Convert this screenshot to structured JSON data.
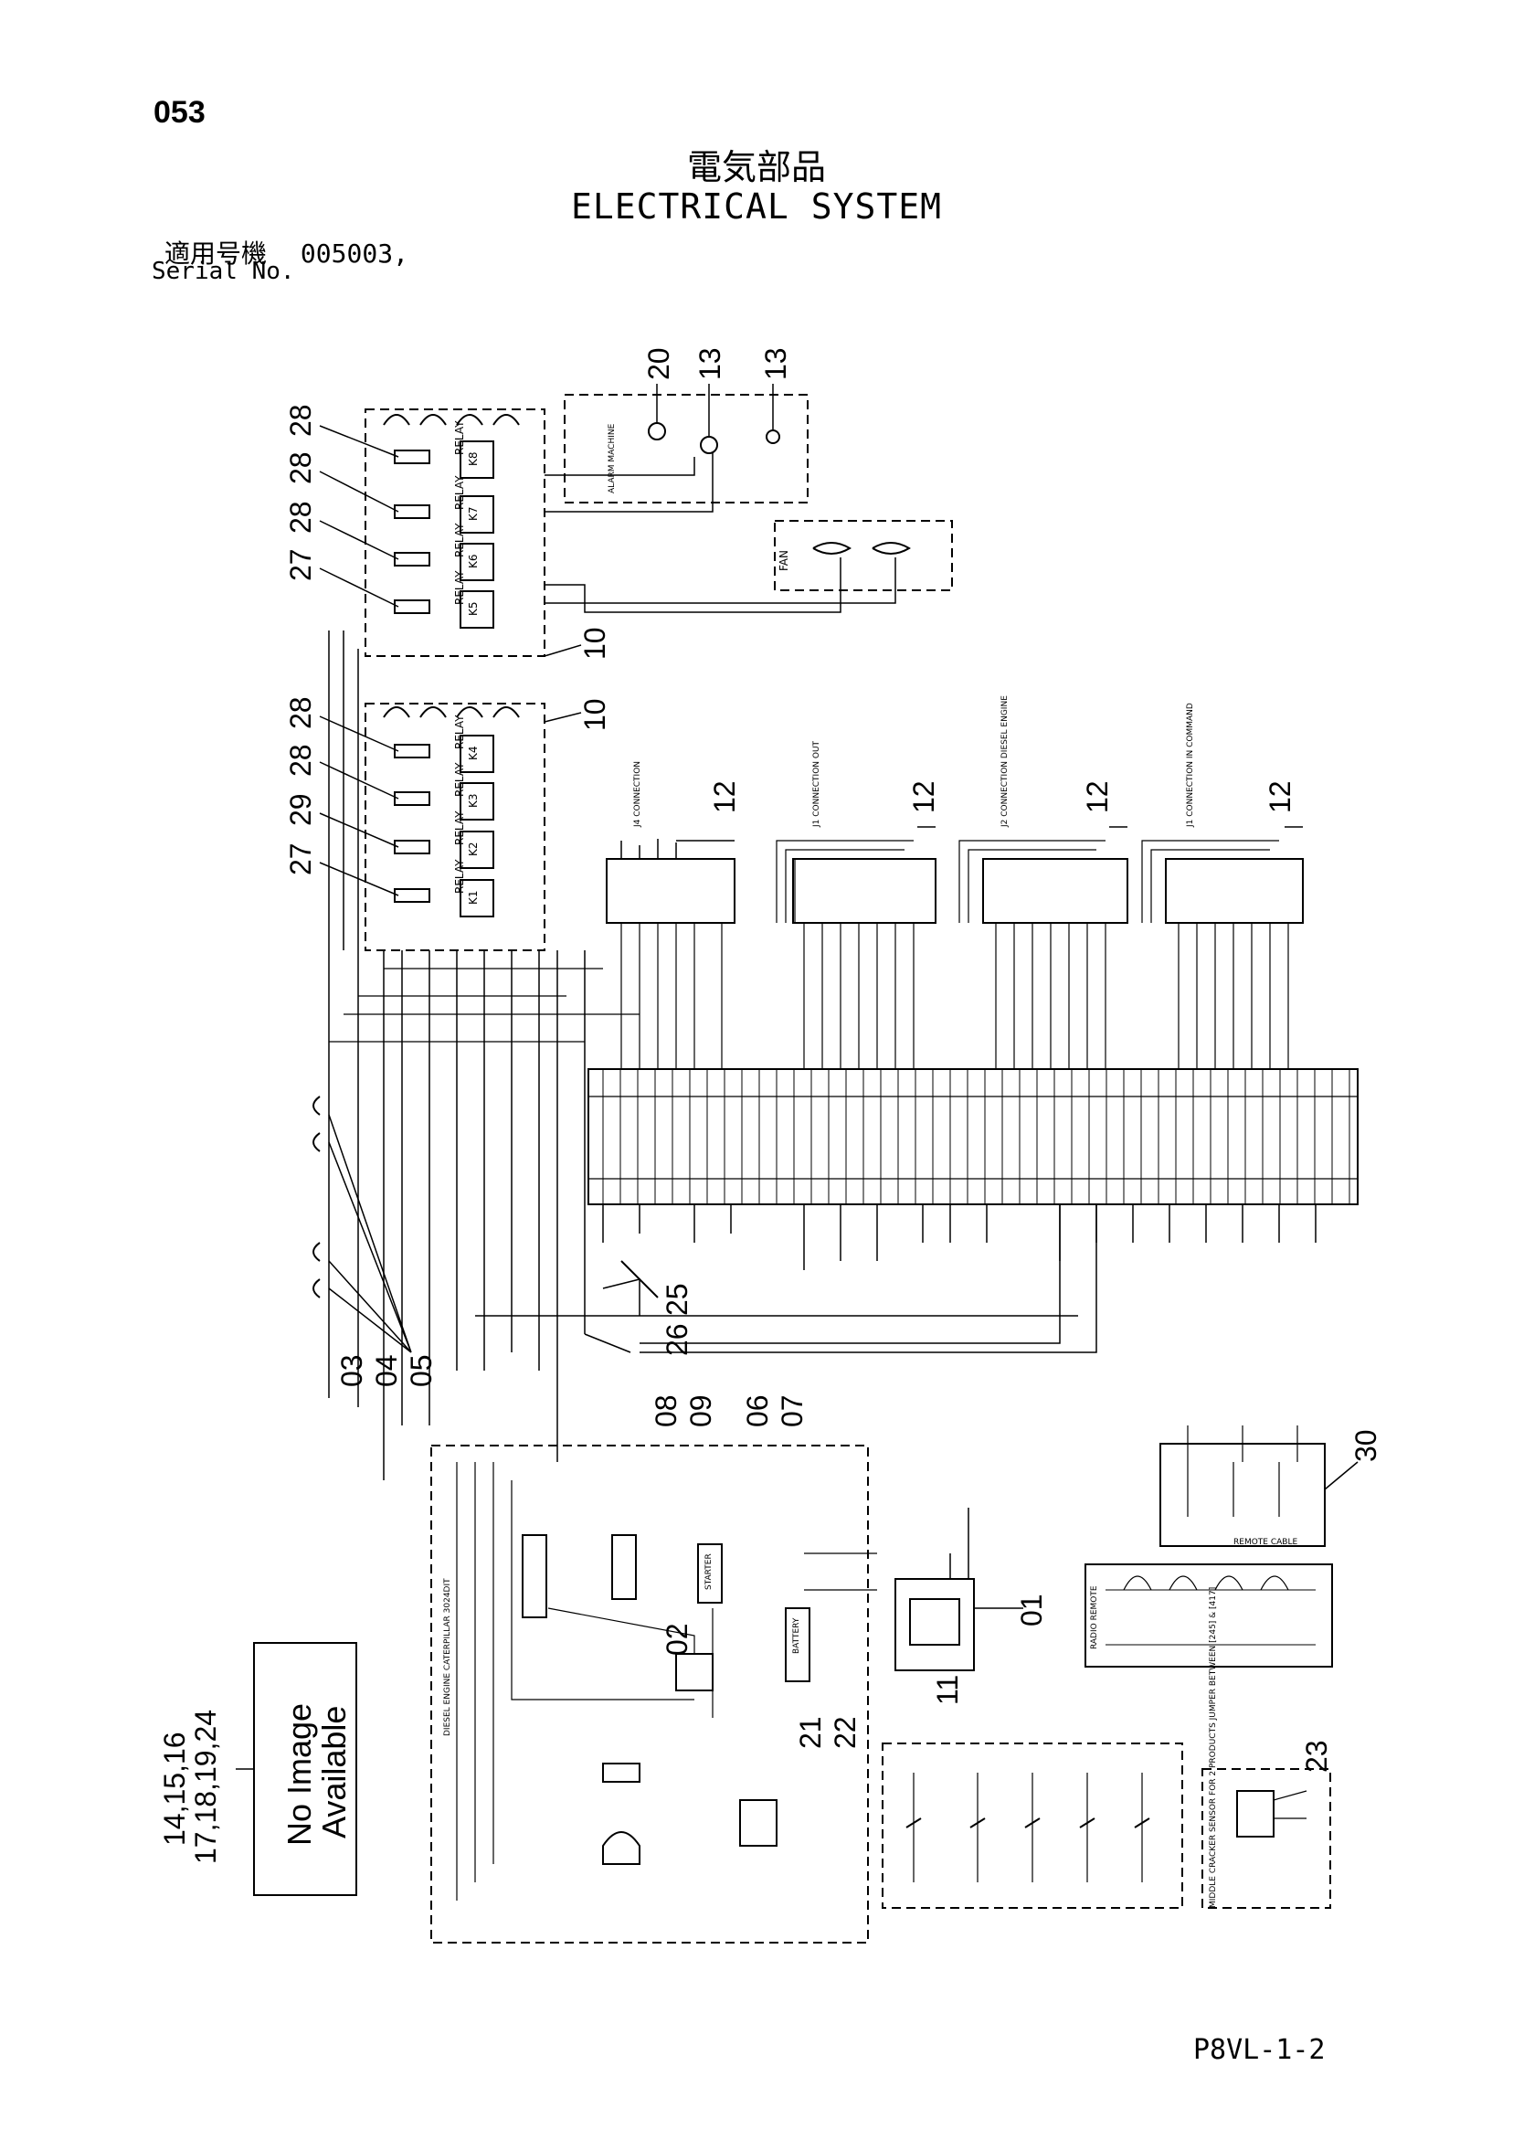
{
  "header": {
    "page_number": "053",
    "title_jp": "電気部品",
    "title_en": "ELECTRICAL SYSTEM",
    "serial_label_jp": "適用号機",
    "serial_value": "005003,",
    "serial_label_en": "Serial No."
  },
  "footer": {
    "doc_code": "P8VL-1-2"
  },
  "placeholder": {
    "line1": "No Image",
    "line2": "Available",
    "callout_line1": "14,15,16",
    "callout_line2": "17,18,19,24"
  },
  "relays": [
    {
      "label": "K8",
      "callout": "28"
    },
    {
      "label": "K7",
      "callout": "28"
    },
    {
      "label": "K6",
      "callout": "28"
    },
    {
      "label": "K5",
      "callout": "27"
    },
    {
      "label": "K4",
      "callout": "28"
    },
    {
      "label": "K3",
      "callout": "28"
    },
    {
      "label": "K2",
      "callout": "29"
    },
    {
      "label": "K1",
      "callout": "27"
    }
  ],
  "relay_word": "RELAY",
  "callouts": {
    "alarm": "20",
    "lamp_a": "13",
    "lamp_b": "13",
    "relay_board_top": "10",
    "relay_board_bottom": "10",
    "conn_j4": "12",
    "conn_j1_out": "12",
    "conn_j2": "12",
    "conn_j1_in": "12",
    "switch_a": "25",
    "switch_b": "26",
    "ground_a": "03",
    "ground_b": "04",
    "ground_c": "05",
    "key_a": "08",
    "key_b": "09",
    "key_c": "06",
    "key_d": "07",
    "remote_cable": "30",
    "radio_remote": "01",
    "control_box": "11",
    "oil_contact": "02",
    "battery_a": "21",
    "battery_b": "22",
    "sensor": "23"
  },
  "labels": {
    "fan": "FAN",
    "j4": "J4 CONNECTION",
    "j1_out": "J1 CONNECTION OUT",
    "j2": "J2 CONNECTION DIESEL ENGINE",
    "j1_in": "J1 CONNECTION IN COMMAND",
    "radio_remote": "RADIO REMOTE",
    "remote_cable": "REMOTE CABLE",
    "engine": "DIESEL ENGINE CATERPILLAR 3024DIT",
    "battery": "BATTERY",
    "starter": "STARTER",
    "alarm": "ALARM MACHINE",
    "sensor_note": "MIDDLE CRACKER SENSOR FOR 2 PRODUCTS JUMPER BETWEEN [245] & [417]"
  }
}
